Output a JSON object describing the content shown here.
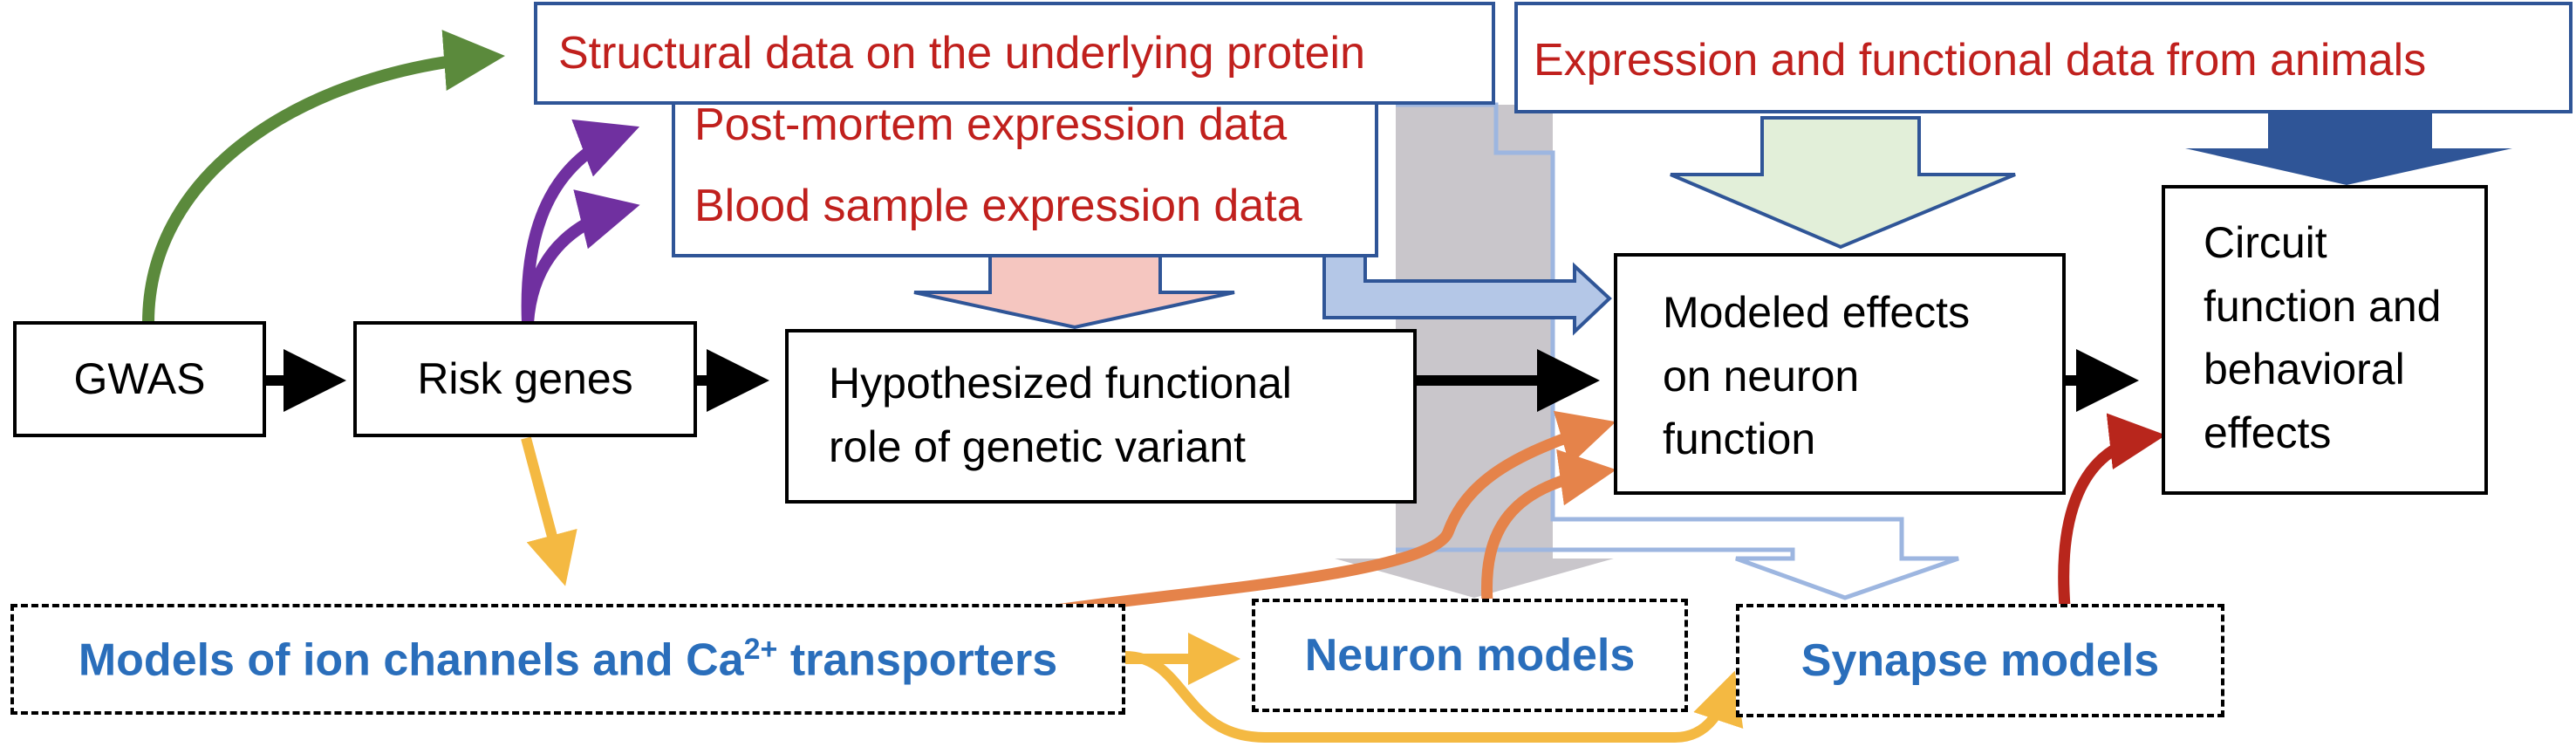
{
  "colors": {
    "black": "#000000",
    "red_text": "#c0201d",
    "blue_text": "#2a6ebb",
    "green_arrow": "#5b8a3c",
    "purple_arrow": "#7030a0",
    "yellow_arrow": "#f4b942",
    "orange_arrow": "#e5834a",
    "darkred_arrow": "#b8261c",
    "pink_fill": "#f5c6c0",
    "lightblue_fill": "#b4c7e7",
    "grey_fill": "#c9c6cb",
    "lightgreen_fill": "#e2efd9",
    "darkblue_fill": "#2f5597"
  },
  "nodes": {
    "gwas": "GWAS",
    "risk_genes": "Risk genes",
    "hypothesized": "Hypothesized functional role of genetic variant",
    "modeled_effects": "Modeled effects on neuron function",
    "circuit": "Circuit function and behavioral effects"
  },
  "data_sources": {
    "structural": "Structural data on the underlying protein",
    "postmortem": "Post-mortem expression data",
    "blood": "Blood sample expression data",
    "animals": "Expression and functional data from animals"
  },
  "models": {
    "ion_channels_prefix": "Models of ion channels and Ca",
    "ion_channels_sup": "2+",
    "ion_channels_suffix": " transporters",
    "neuron": "Neuron models",
    "synapse": "Synapse models"
  }
}
